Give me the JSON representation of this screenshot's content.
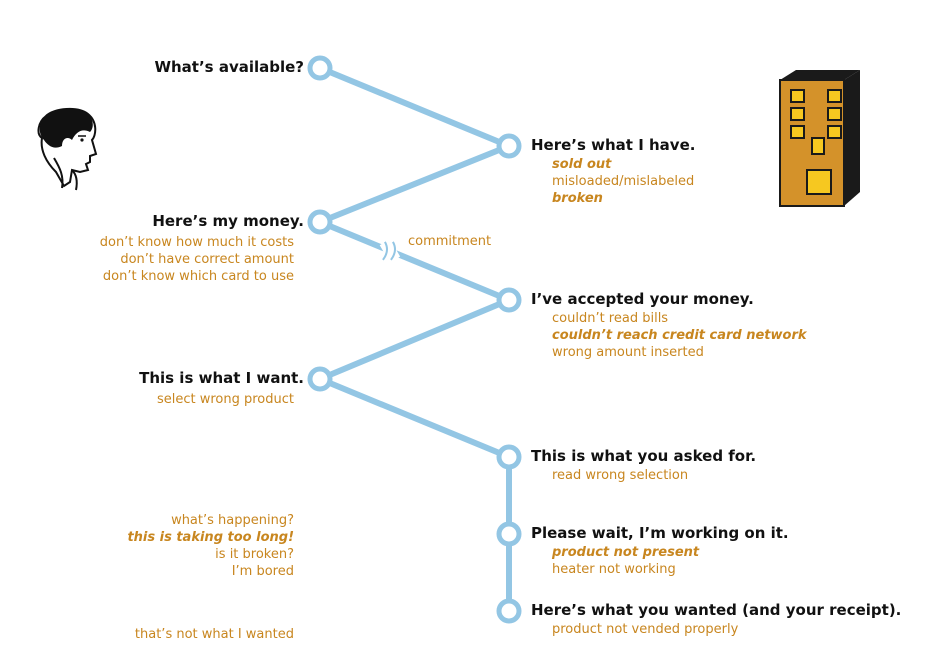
{
  "colors": {
    "line": "#93c6e4",
    "note": "#c8861f",
    "message": "#111111",
    "building_face": "#d4922a",
    "building_side": "#1a1a1a",
    "window": "#f6c820"
  },
  "icons": {
    "person": "person-head-profile-icon",
    "machine": "vending-machine-building-icon"
  },
  "steps": [
    {
      "message": "What’s available?",
      "notes": []
    },
    {
      "message": "Here’s what I have.",
      "notes": [
        {
          "text": "sold out",
          "emphasis": true
        },
        {
          "text": "misloaded/mislabeled",
          "emphasis": false
        },
        {
          "text": "broken",
          "emphasis": true
        }
      ]
    },
    {
      "message": "Here’s my money.",
      "notes": [
        {
          "text": "don’t know how much it costs",
          "emphasis": false
        },
        {
          "text": "don’t have correct amount",
          "emphasis": false
        },
        {
          "text": "don’t know which card to use",
          "emphasis": false
        }
      ]
    },
    {
      "message": "I’ve accepted your money.",
      "notes": [
        {
          "text": "couldn’t read bills",
          "emphasis": false
        },
        {
          "text": "couldn’t reach credit card network",
          "emphasis": true
        },
        {
          "text": "wrong amount inserted",
          "emphasis": false
        }
      ]
    },
    {
      "message": "This is what I want.",
      "notes": [
        {
          "text": "select wrong product",
          "emphasis": false
        }
      ]
    },
    {
      "message": "This is what you asked for.",
      "notes": [
        {
          "text": "read wrong selection",
          "emphasis": false
        }
      ]
    },
    {
      "message": "Please wait, I’m working on it.",
      "notes": [
        {
          "text": "product not present",
          "emphasis": true
        },
        {
          "text": "heater not working",
          "emphasis": false
        }
      ]
    },
    {
      "message": "Here’s what you wanted (and your receipt).",
      "notes": [
        {
          "text": "product not vended properly",
          "emphasis": false
        }
      ]
    }
  ],
  "commitment_label": "commitment",
  "waiting_notes": [
    {
      "text": "what’s happening?",
      "emphasis": false
    },
    {
      "text": "this is taking too long!",
      "emphasis": true
    },
    {
      "text": "is it broken?",
      "emphasis": false
    },
    {
      "text": "I’m bored",
      "emphasis": false
    }
  ],
  "final_customer_note": "that’s not what I wanted"
}
